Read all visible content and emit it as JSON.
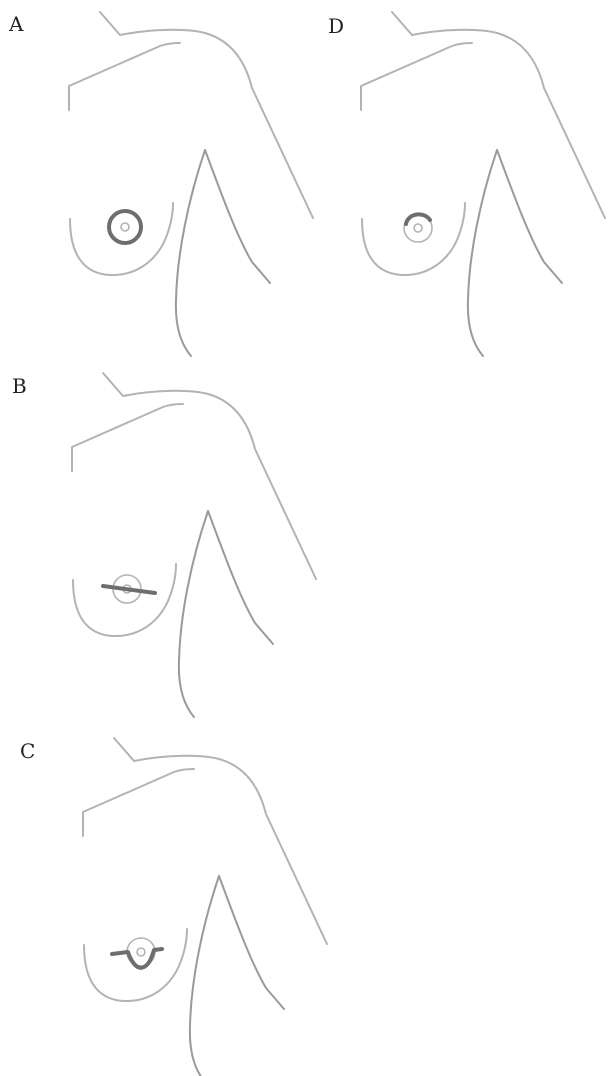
{
  "panels": [
    {
      "id": "A",
      "label": "A"
    },
    {
      "id": "D",
      "label": "D"
    },
    {
      "id": "B",
      "label": "B"
    },
    {
      "id": "C",
      "label": "C"
    }
  ],
  "colors": {
    "outline": "#b3b3b3",
    "torso_edge": "#9a9a9a",
    "incision": "#6e6e6e"
  }
}
